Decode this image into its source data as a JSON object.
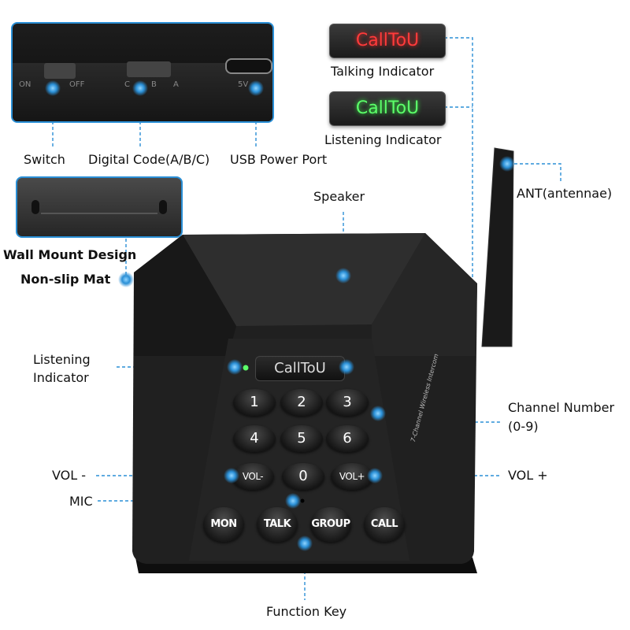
{
  "labels": {
    "switch": "Switch",
    "digital_code": "Digital Code(A/B/C)",
    "usb_power_port": "USB Power Port",
    "talking_indicator": "Talking Indicator",
    "listening_indicator_top": "Listening Indicator",
    "speaker": "Speaker",
    "antenna": "ANT(antennae)",
    "wall_mount": "Wall Mount Design",
    "non_slip_mat": "Non-slip Mat",
    "listening_indicator_left_1": "Listening",
    "listening_indicator_left_2": "Indicator",
    "channel_number_1": "Channel Number",
    "channel_number_2": "(0-9)",
    "vol_minus": "VOL -",
    "vol_plus": "VOL +",
    "mic": "MIC",
    "function_key": "Function Key"
  },
  "device": {
    "brand": "CallToU",
    "side_print": "7-Channel Wireless Intercom",
    "switch_on": "ON",
    "switch_off": "OFF",
    "code_c": "C",
    "code_b": "B",
    "code_a": "A",
    "port_mark": "5V",
    "keys": [
      "1",
      "2",
      "3",
      "4",
      "5",
      "6",
      "VOL-",
      "0",
      "VOL+"
    ],
    "function_keys": [
      "MON",
      "TALK",
      "GROUP",
      "CALL"
    ]
  },
  "colors": {
    "callout": "#2a8fd6",
    "talking": "#ff3b3b",
    "listening": "#5cff6a"
  }
}
